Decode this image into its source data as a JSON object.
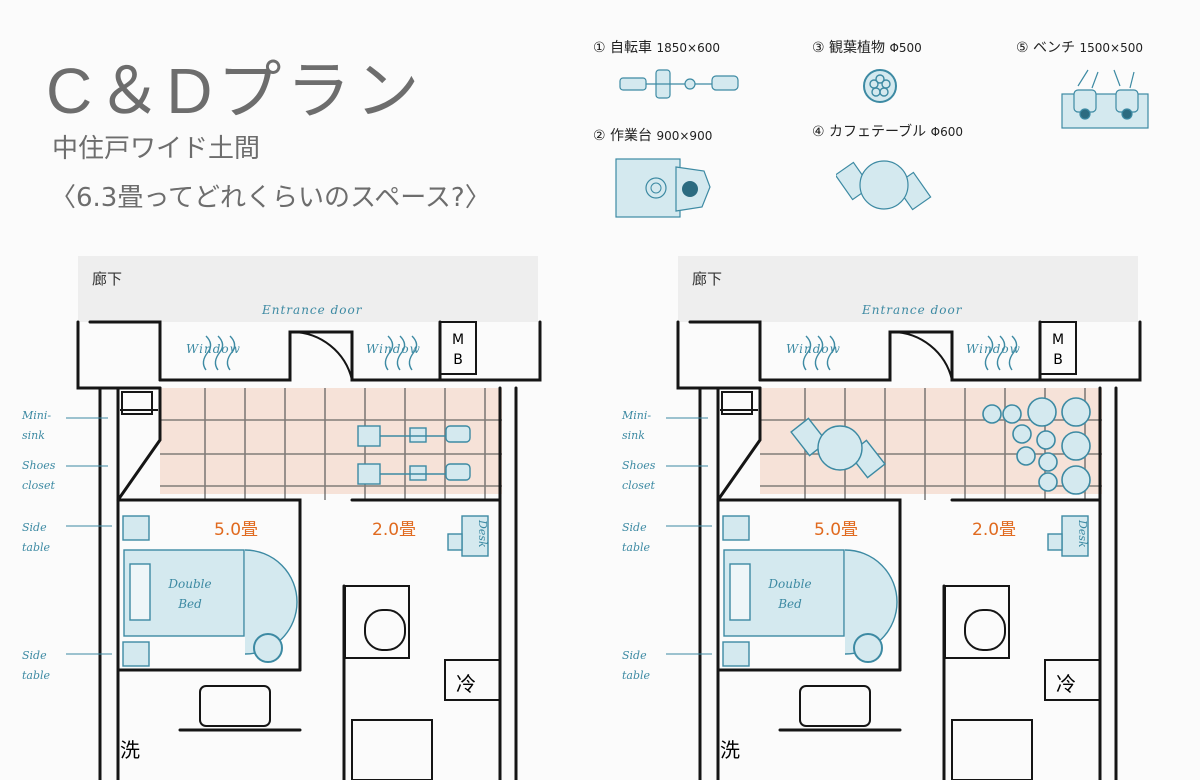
{
  "header": {
    "title": "C＆Dプラン",
    "subtitle": "中住戸ワイド土間",
    "question": "〈6.3畳ってどれくらいのスペース?〉"
  },
  "legend": [
    {
      "num": "①",
      "name": "自転車",
      "size": "1850×600",
      "icon": "bicycle-icon"
    },
    {
      "num": "②",
      "name": "作業台",
      "size": "900×900",
      "icon": "workbench-icon"
    },
    {
      "num": "③",
      "name": "観葉植物",
      "size": "Φ500",
      "icon": "plant-icon"
    },
    {
      "num": "④",
      "name": "カフェテーブル",
      "size": "Φ600",
      "icon": "cafe-table-icon"
    },
    {
      "num": "⑤",
      "name": "ベンチ",
      "size": "1500×500",
      "icon": "bench-icon"
    }
  ],
  "plan_labels": {
    "corridor": "廊下",
    "entrance_door": "Entrance door",
    "window": "Window",
    "mb": "M B",
    "mini_sink": "Mini-sink",
    "shoes_closet": "Shoes closet",
    "side_table": "Side table",
    "double_bed": "Double Bed",
    "desk": "Desk",
    "area_main": "5.0畳",
    "area_small": "2.0畳",
    "wash_char": "洗",
    "cold_char": "冷"
  },
  "colors": {
    "title_gray": "#6d6d6d",
    "accent_blue": "#3d8aa3",
    "furniture_fill": "#d4e9ef",
    "doma_fill": "#f6e2d8",
    "area_orange": "#e06a1f",
    "corridor_gray": "#eeeeee"
  }
}
